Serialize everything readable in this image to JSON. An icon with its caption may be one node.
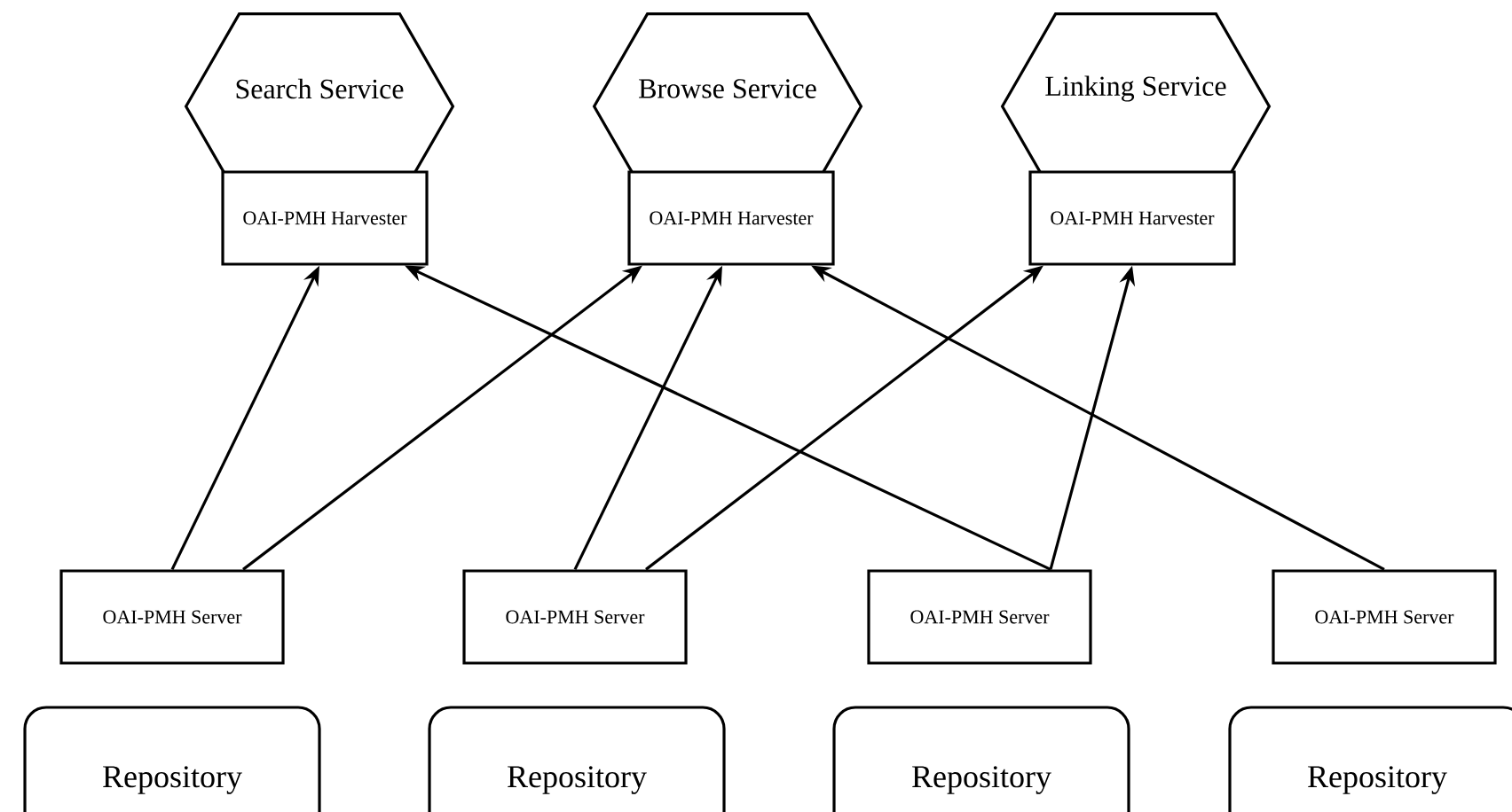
{
  "diagram": {
    "nodes": [
      {
        "text": [
          "Search Service"
        ]
      },
      {
        "text": [
          "Browse Service"
        ]
      },
      {
        "text": [
          "Linking Service"
        ]
      },
      {
        "text": [
          "OAI-PMH Harvester"
        ]
      },
      {
        "text": [
          "OAI-PMH Harvester"
        ]
      },
      {
        "text": [
          "OAI-PMH Harvester"
        ]
      },
      {
        "text": [
          "OAI-PMH Server"
        ]
      },
      {
        "text": [
          "OAI-PMH Server"
        ]
      },
      {
        "text": [
          "OAI-PMH Server"
        ]
      },
      {
        "text": [
          "OAI-PMH Server"
        ]
      },
      {
        "text": [
          "Repository"
        ]
      },
      {
        "text": [
          "Repository"
        ]
      },
      {
        "text": [
          "Repository"
        ]
      },
      {
        "text": [
          "Repository"
        ]
      }
    ],
    "edges": [
      {
        "from": 6,
        "to": 3,
        "arrow": "to"
      },
      {
        "from": 6,
        "to": 4,
        "arrow": "to"
      },
      {
        "from": 7,
        "to": 4,
        "arrow": "to"
      },
      {
        "from": 7,
        "to": 5,
        "arrow": "to"
      },
      {
        "from": 8,
        "to": 3,
        "arrow": "to"
      },
      {
        "from": 8,
        "to": 5,
        "arrow": "to"
      },
      {
        "from": 9,
        "to": 4,
        "arrow": "to"
      }
    ]
  }
}
